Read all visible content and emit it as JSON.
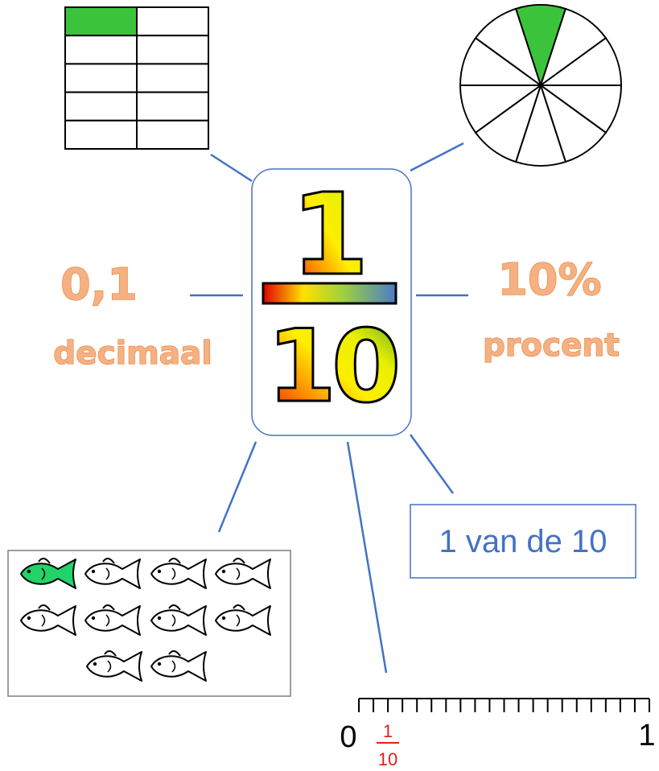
{
  "fraction": {
    "numerator": "1",
    "denominator": "10"
  },
  "decimal": {
    "value": "0,1",
    "label": "decimaal"
  },
  "percent": {
    "value": "10%",
    "label": "procent"
  },
  "words": "1 van de 10",
  "grid": {
    "rows": 5,
    "cols": 2,
    "shaded_cells": 1
  },
  "pie": {
    "slices": 10,
    "shaded_slices": 1
  },
  "fish": {
    "total": 10,
    "highlighted": 1
  },
  "number_line": {
    "start_label": "0",
    "end_label": "1",
    "ticks": 20,
    "mark": {
      "numerator": "1",
      "denominator": "10",
      "value": 0.1
    }
  },
  "colors": {
    "connector": "#4472C4",
    "highlight_green": "#3CC33C",
    "label_orange": "#F4B183",
    "mark_red": "#E02020"
  }
}
